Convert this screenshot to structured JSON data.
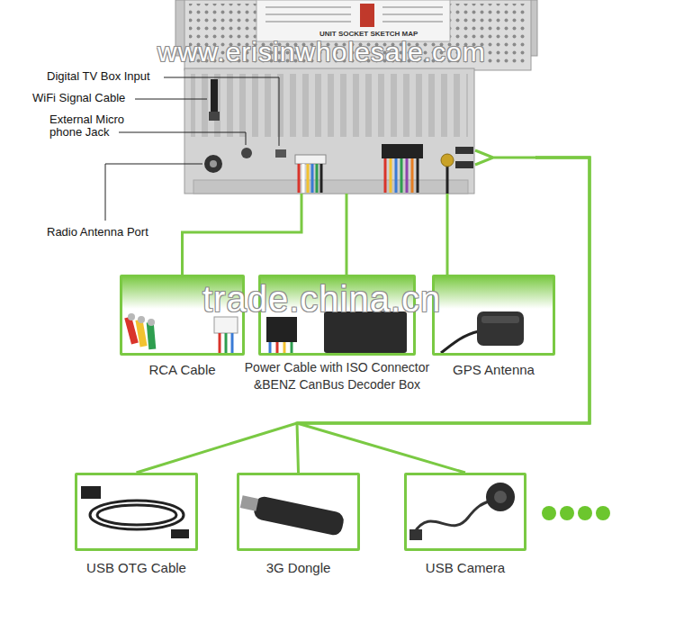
{
  "diagram": {
    "nodes": [
      {
        "text": [
          "UNIT SOCKET SKETCH MAP"
        ]
      },
      {
        "text": [
          "RCA Cable"
        ]
      },
      {
        "text": [
          "Power Cable with ISO Connector &BENZ CanBus Decoder Box"
        ]
      },
      {
        "text": [
          "GPS Antenna"
        ]
      },
      {
        "text": [
          "USB OTG Cable"
        ]
      },
      {
        "text": [
          "3G Dongle"
        ]
      },
      {
        "text": [
          "USB Camera"
        ]
      }
    ],
    "edges": [
      {
        "from": 0,
        "to": 1,
        "arrow": "none"
      },
      {
        "from": 0,
        "to": 2,
        "arrow": "none"
      },
      {
        "from": 0,
        "to": 3,
        "arrow": "none"
      },
      {
        "from": 0,
        "to": 4,
        "arrow": "none"
      },
      {
        "from": 0,
        "to": 5,
        "arrow": "none"
      },
      {
        "from": 0,
        "to": 6,
        "arrow": "none"
      }
    ],
    "labels": [
      "Digital TV Box Input",
      "www.erisinwholesale.com",
      "WiFi Signal Cable",
      "External Micro phone Jack",
      "Radio Antenna Port",
      "trade.china.cn"
    ]
  }
}
